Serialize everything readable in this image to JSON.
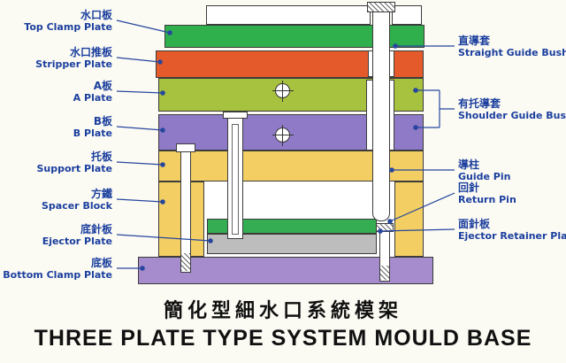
{
  "diagram": {
    "title_zh": "簡化型細水口系統模架",
    "title_en": "THREE PLATE TYPE SYSTEM MOULD BASE"
  },
  "left_labels": [
    {
      "zh": "水口板",
      "en": "Top Clamp Plate"
    },
    {
      "zh": "水口推板",
      "en": "Stripper Plate"
    },
    {
      "zh": "A板",
      "en": "A Plate"
    },
    {
      "zh": "B板",
      "en": "B Plate"
    },
    {
      "zh": "托板",
      "en": "Support Plate"
    },
    {
      "zh": "方鐵",
      "en": "Spacer Block"
    },
    {
      "zh": "底針板",
      "en": "Ejector Plate"
    },
    {
      "zh": "底板",
      "en": "Bottom Clamp Plate"
    }
  ],
  "right_labels": [
    {
      "zh": "直導套",
      "en": "Straight Guide Bush"
    },
    {
      "zh": "有托導套",
      "en": "Shoulder Guide Bush"
    },
    {
      "zh": "導柱",
      "en": "Guide Pin"
    },
    {
      "zh": "回針",
      "en": "Return Pin"
    },
    {
      "zh": "面針板",
      "en": "Ejector Retainer Plate"
    }
  ],
  "colors": {
    "label_text": "#1b3f9e",
    "leader_line": "#27479e",
    "top_clamp_plate": "#2fb04d",
    "stripper_plate": "#e55a2b",
    "a_plate": "#a6c23e",
    "b_plate": "#8f7ac8",
    "support_plate": "#f3cf63",
    "spacer_block": "#f3cf63",
    "ejector_retainer_plate": "#35ad52",
    "ejector_plate": "#bdbdbd",
    "bottom_clamp_plate": "#a78ccd",
    "title_text": "#101010"
  }
}
